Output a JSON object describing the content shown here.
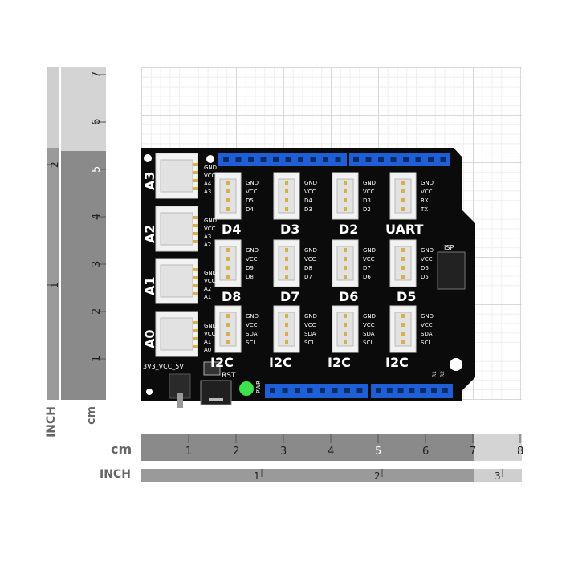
{
  "ruler_units": {
    "horizontal_cm": "cm",
    "horizontal_inch": "INCH",
    "vertical_cm": "cm",
    "vertical_inch": "INCH"
  },
  "ruler_cm_ticks_h": [
    "1",
    "2",
    "3",
    "4",
    "5",
    "6",
    "7",
    "8"
  ],
  "ruler_inch_ticks_h": [
    "1",
    "2",
    "3"
  ],
  "ruler_cm_ticks_v": [
    "1",
    "2",
    "3",
    "4",
    "5",
    "6",
    "7"
  ],
  "ruler_inch_ticks_v": [
    "1",
    "2"
  ],
  "board": {
    "left_ports": [
      "A3",
      "A2",
      "A1",
      "A0"
    ],
    "left_pins": [
      [
        "GND",
        "VCC",
        "A4",
        "A3"
      ],
      [
        "GND",
        "VCC",
        "A3",
        "A2"
      ],
      [
        "GND",
        "VCC",
        "A2",
        "A1"
      ],
      [
        "GND",
        "VCC",
        "A1",
        "A0"
      ]
    ],
    "grid_ports": [
      [
        "D4",
        "D3",
        "D2",
        "UART"
      ],
      [
        "D8",
        "D7",
        "D6",
        "D5"
      ],
      [
        "I2C",
        "I2C",
        "I2C",
        "I2C"
      ]
    ],
    "grid_pins": [
      [
        [
          "GND",
          "VCC",
          "D5",
          "D4"
        ],
        [
          "GND",
          "VCC",
          "D4",
          "D3"
        ],
        [
          "GND",
          "VCC",
          "D3",
          "D2"
        ],
        [
          "GND",
          "VCC",
          "RX",
          "TX"
        ]
      ],
      [
        [
          "GND",
          "VCC",
          "D9",
          "D8"
        ],
        [
          "GND",
          "VCC",
          "D8",
          "D7"
        ],
        [
          "GND",
          "VCC",
          "D7",
          "D6"
        ],
        [
          "GND",
          "VCC",
          "D6",
          "D5"
        ]
      ],
      [
        [
          "GND",
          "VCC",
          "SDA",
          "SCL"
        ],
        [
          "GND",
          "VCC",
          "SDA",
          "SCL"
        ],
        [
          "GND",
          "VCC",
          "SDA",
          "SCL"
        ],
        [
          "GND",
          "VCC",
          "SDA",
          "SCL"
        ]
      ]
    ],
    "switch_label": "3V3_VCC_5V",
    "reset_label": "RST",
    "power_label": "PWR",
    "isp_label": "ISP",
    "led_labels": [
      "R1",
      "R2"
    ]
  },
  "colors": {
    "board": "#0b0b0b",
    "header": "#1e5fd6",
    "connector": "#f2f2f2",
    "led": "#3fe24a",
    "ruler_dark": "#8a8a8a",
    "ruler_light": "#cfcfcf"
  }
}
